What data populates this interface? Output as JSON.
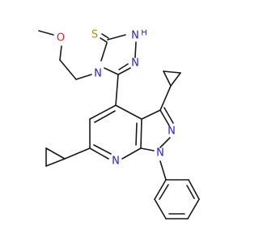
{
  "colors": {
    "bond": "#1a1a1a",
    "nitrogen": "#2323d2",
    "oxygen": "#e1251b",
    "sulfur": "#b29400"
  },
  "atoms": {
    "S": "S",
    "N": "N",
    "H": "H",
    "O": "O"
  }
}
